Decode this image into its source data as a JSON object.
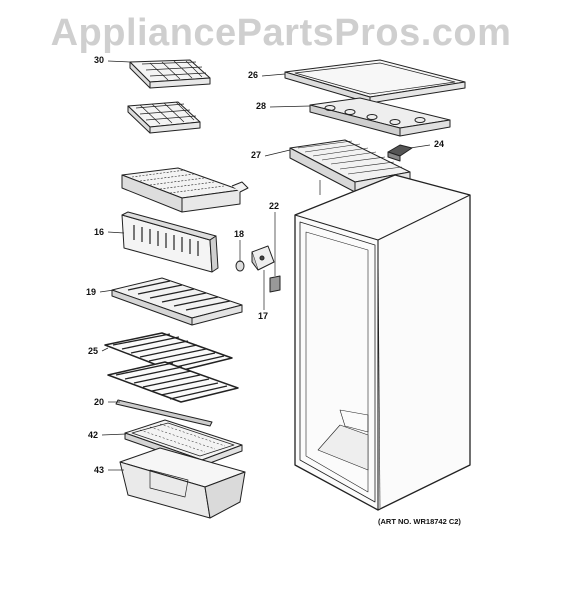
{
  "watermark": "AppliancePartsPros.com",
  "art_number": "(ART NO. WR18742 C2)",
  "callouts": {
    "c30": "30",
    "c26": "26",
    "c28": "28",
    "c24": "24",
    "c27": "27",
    "c22": "22",
    "c16": "16",
    "c18": "18",
    "c17": "17",
    "c19": "19",
    "c25": "25",
    "c20": "20",
    "c42": "42",
    "c43": "43"
  }
}
